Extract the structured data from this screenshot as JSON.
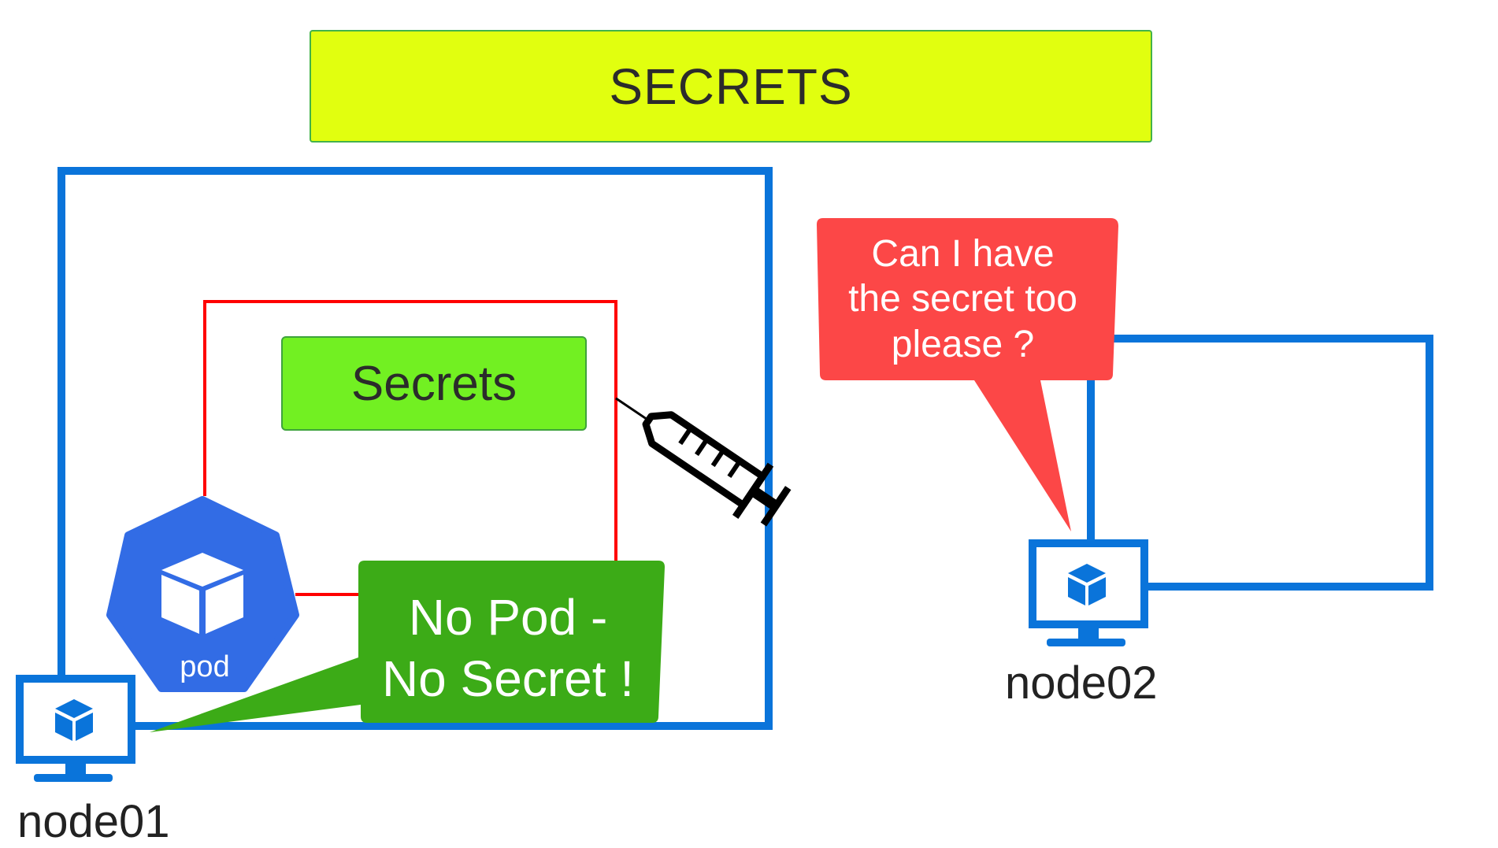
{
  "title": "SECRETS",
  "secrets_box": "Secrets",
  "pod": {
    "label": "pod"
  },
  "bubbles": {
    "node01": {
      "lines": [
        "No Pod -",
        "No Secret !"
      ]
    },
    "node02": {
      "lines": [
        "Can I have",
        "the secret too",
        "please ?"
      ]
    }
  },
  "nodes": {
    "node01": {
      "label": "node01"
    },
    "node02": {
      "label": "node02"
    }
  },
  "icons": [
    "pod-icon",
    "computer-icon",
    "syringe-icon"
  ],
  "colors": {
    "title_bg": "#e1ff0f",
    "secrets_bg": "#72f022",
    "node_border": "#0a74da",
    "pod_boundary": "#ff0000",
    "pod_fill": "#326ce5",
    "bubble_green": "#3cab17",
    "bubble_red": "#fc4747"
  }
}
